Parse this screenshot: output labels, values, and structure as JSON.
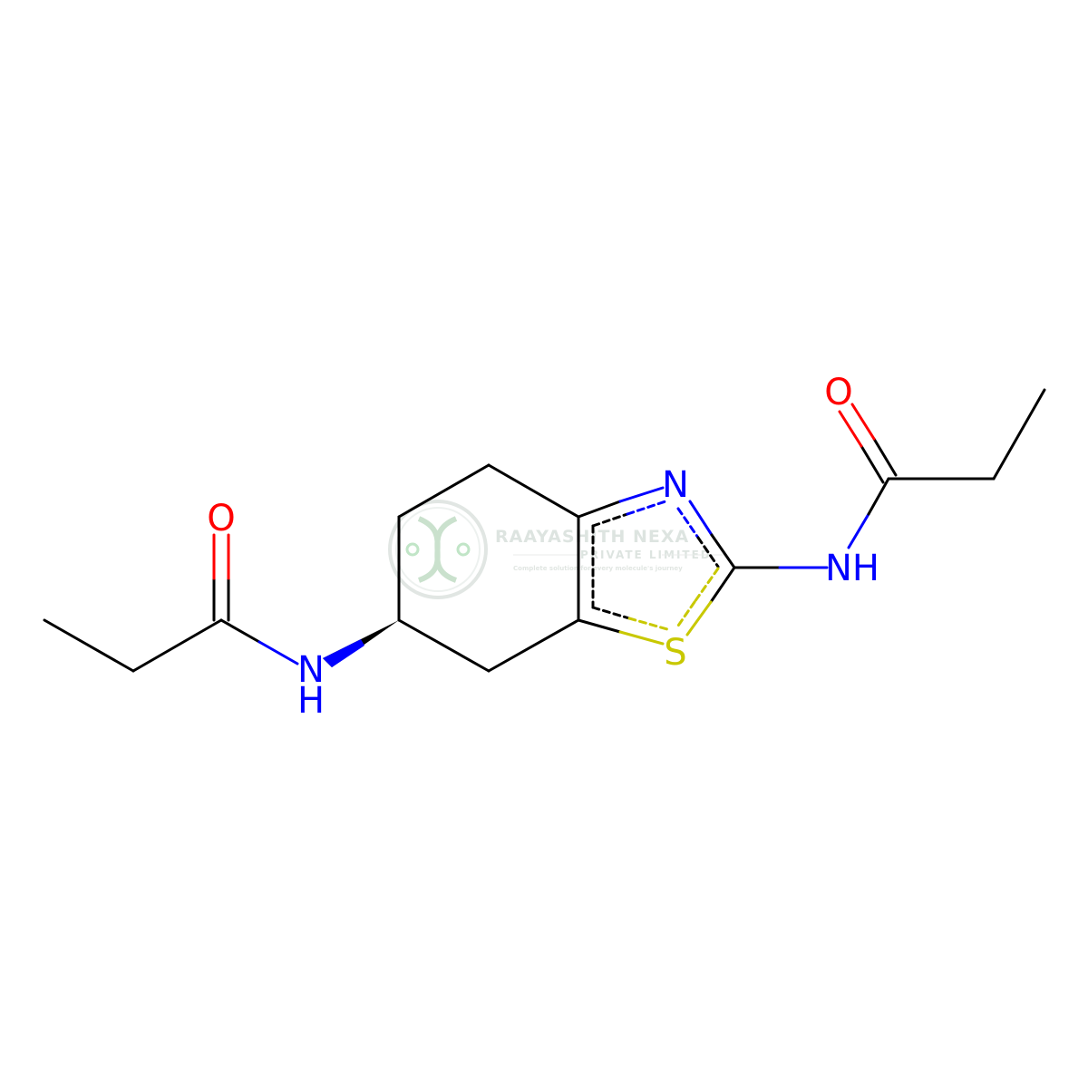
{
  "structure": {
    "atoms": {
      "carbonyl_o_left": "O",
      "amide_nh_left_n": "N",
      "amide_nh_left_h": "H",
      "thiazole_n": "N",
      "thiazole_s": "S",
      "carbonyl_o_right": "O",
      "amide_nh_right": "NH"
    }
  },
  "watermark": {
    "title": "RAAYASHITH NEXA",
    "subtitle": "PRIVATE LIMITED",
    "tagline": "Complete solution for every molecule's journey"
  },
  "colors": {
    "bond": "#000000",
    "nitrogen": "#0000ff",
    "oxygen": "#ff0000",
    "sulfur": "#c8c800",
    "watermark": "#b9c8bf",
    "watermark_accent": "#8fd19a"
  }
}
